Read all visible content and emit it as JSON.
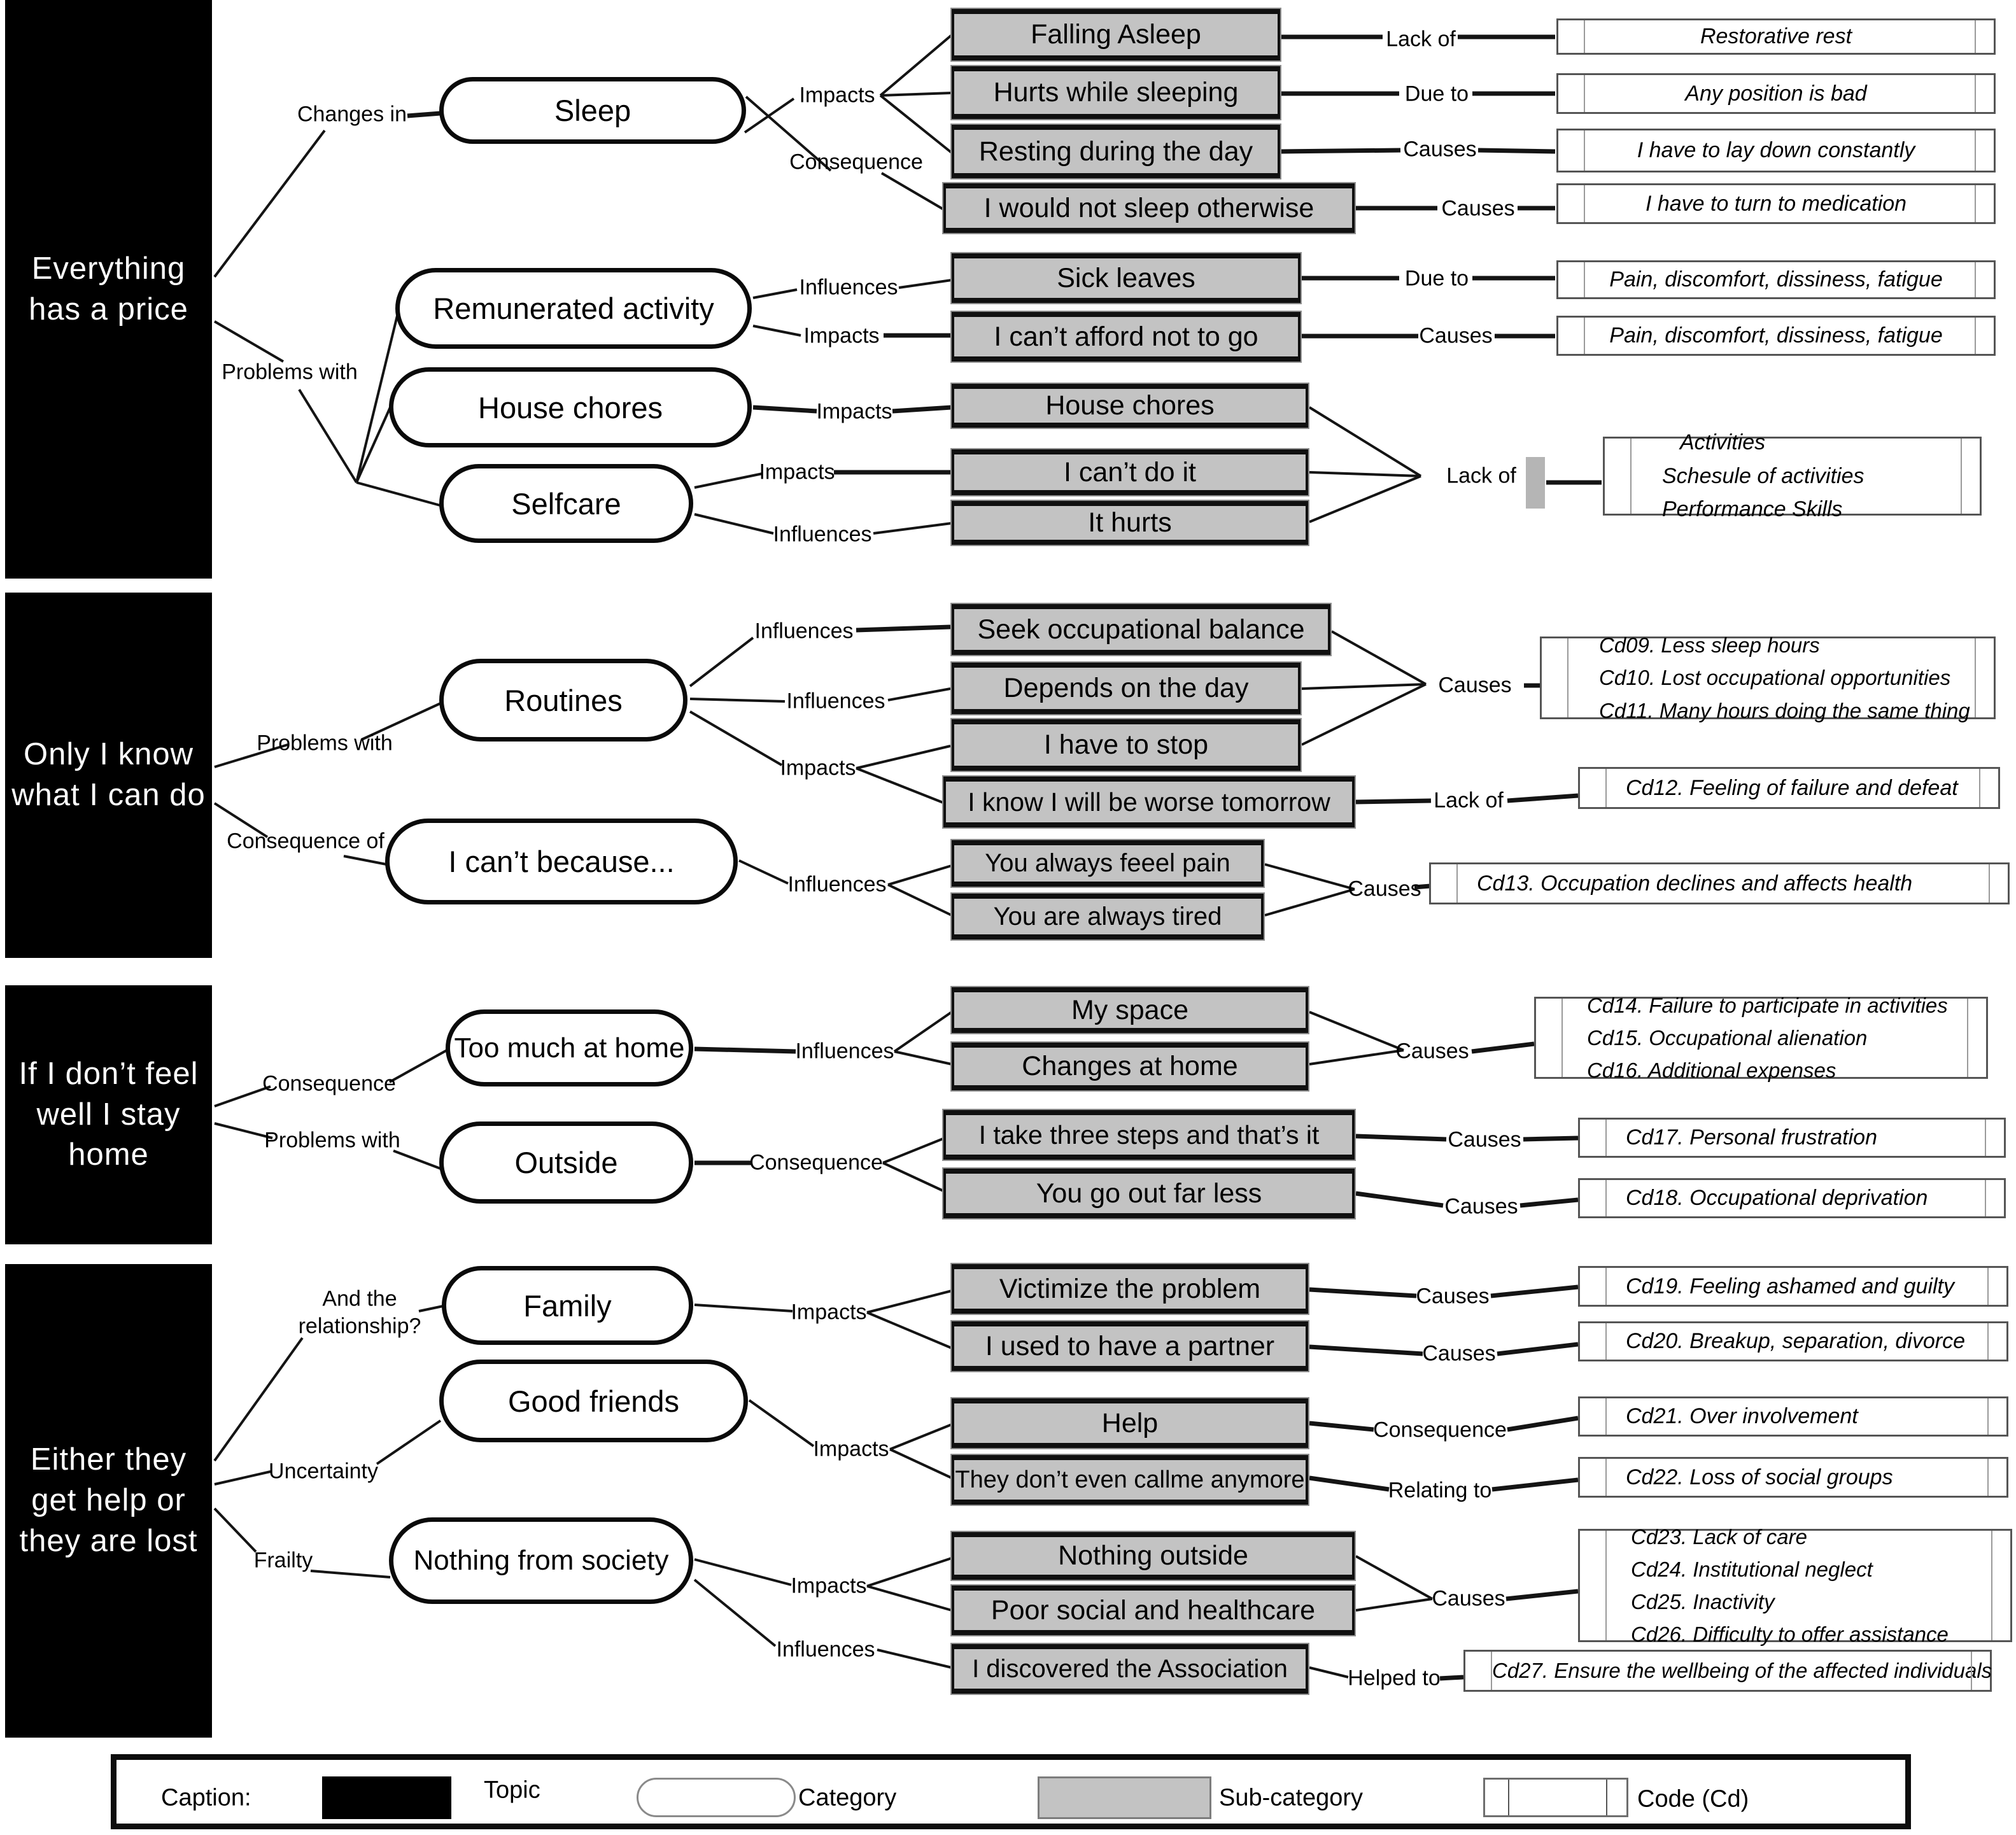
{
  "s1": {
    "topic": "Everything has a price",
    "rel_changes_in": "Changes in",
    "rel_problems_with": "Problems with",
    "cat_sleep": "Sleep",
    "cat_remunerated": "Remunerated activity",
    "cat_house_chores": "House chores",
    "cat_selfcare": "Selfcare",
    "rel_impacts_sleep": "Impacts",
    "rel_consequence_sleep": "Consequence",
    "sub_falling_asleep": "Falling Asleep",
    "sub_hurts_sleeping": "Hurts while sleeping",
    "sub_resting_day": "Resting during the day",
    "sub_no_sleep_otherwise": "I would not sleep otherwise",
    "rel_lack_of_1": "Lack of",
    "rel_due_to_1": "Due to",
    "rel_causes_1": "Causes",
    "rel_causes_2": "Causes",
    "code_restorative": "Restorative rest",
    "code_any_position": "Any position is bad",
    "code_lay_down": "I have to lay down constantly",
    "code_medication": "I have to turn to medication",
    "rel_influences_rem": "Influences",
    "rel_impacts_rem": "Impacts",
    "sub_sick_leaves": "Sick leaves",
    "sub_cant_afford": "I can’t afford not to go",
    "rel_due_to_2": "Due to",
    "rel_causes_3": "Causes",
    "code_pain_1": "Pain, discomfort, dissiness, fatigue",
    "code_pain_2": "Pain, discomfort, dissiness, fatigue",
    "rel_impacts_hc": "Impacts",
    "sub_house_chores": "House chores",
    "rel_impacts_sc": "Impacts",
    "rel_influences_sc": "Influences",
    "sub_cant_do_it": "I can’t do it",
    "sub_it_hurts": "It hurts",
    "rel_lack_of_2": "Lack of",
    "code_lack_lines": [
      "Activities",
      "Schesule of activities",
      "Performance Skills"
    ]
  },
  "s2": {
    "topic": "Only I know what I can do",
    "rel_problems_with": "Problems with",
    "rel_consequence_of": "Consequence of",
    "cat_routines": "Routines",
    "cat_cant_because": "I can’t because...",
    "rel_influences_1": "Influences",
    "rel_influences_2": "Influences",
    "rel_impacts": "Impacts",
    "sub_seek_balance": "Seek occupational balance",
    "sub_depends_day": "Depends on the day",
    "sub_have_to_stop": "I have to stop",
    "sub_worse_tomorrow": "I know I will be worse tomorrow",
    "rel_causes_1": "Causes",
    "code_cd09_11": [
      "Cd09.  Less sleep hours",
      "Cd10.  Lost occupational opportunities",
      "Cd11. Many hours doing the same thing"
    ],
    "rel_lack_of": "Lack of",
    "code_cd12": "Cd12.  Feeling of failure and defeat",
    "rel_influences_3": "Influences",
    "sub_always_pain": "You always feeel pain",
    "sub_always_tired": "You are always tired",
    "rel_causes_2": "Causes",
    "code_cd13": "Cd13.  Occupation declines and affects health"
  },
  "s3": {
    "topic": "If I don’t feel well I stay home",
    "rel_consequence": "Consequence",
    "rel_problems_with": "Problems with",
    "cat_too_much_home": "Too much at home",
    "cat_outside": "Outside",
    "rel_influences": "Influences",
    "sub_my_space": "My space",
    "sub_changes_home": "Changes at home",
    "rel_causes_1": "Causes",
    "code_cd14_16": [
      "Cd14. Failure to participate in activities",
      "Cd15. Occupational alienation",
      "Cd16. Additional expenses"
    ],
    "rel_consequence_2": "Consequence",
    "sub_three_steps": "I take three steps and that’s it",
    "sub_go_out_less": "You go out far less",
    "rel_causes_2": "Causes",
    "code_cd17": "Cd17. Personal frustration",
    "rel_causes_3": "Causes",
    "code_cd18": "Cd18. Occupational deprivation"
  },
  "s4": {
    "topic": "Either they get help or they are lost",
    "rel_relationship": "And the relationship?",
    "rel_uncertainty": "Uncertainty",
    "rel_frailty": "Frailty",
    "cat_family": "Family",
    "cat_good_friends": "Good friends",
    "cat_nothing_society": "Nothing from society",
    "rel_impacts_family": "Impacts",
    "sub_victimize": "Victimize the problem",
    "sub_had_partner": "I used to have a partner",
    "rel_causes_1": "Causes",
    "code_cd19": "Cd19.  Feeling ashamed and guilty",
    "rel_causes_2": "Causes",
    "code_cd20": "Cd20.  Breakup, separation, divorce",
    "rel_impacts_friends": "Impacts",
    "sub_help": "Help",
    "sub_dont_call": "They don’t even callme anymore",
    "rel_consequence": "Consequence",
    "code_cd21": "Cd21. Over involvement",
    "rel_relating_to": "Relating to",
    "code_cd22": "Cd22.  Loss of social groups",
    "rel_impacts_society": "Impacts",
    "rel_influences": "Influences",
    "sub_nothing_outside": "Nothing outside",
    "sub_poor_social": "Poor social and healthcare",
    "rel_causes_3": "Causes",
    "code_cd23_26": [
      "Cd23.  Lack of care",
      "Cd24.  Institutional neglect",
      "Cd25.  Inactivity",
      "Cd26.  Difficulty to offer assistance"
    ],
    "sub_discovered": "I discovered the Association",
    "rel_helped_to": "Helped to",
    "code_cd27": "Cd27.  Ensure the wellbeing of the affected individuals"
  },
  "caption": {
    "label": "Caption:",
    "topic": "Topic",
    "category": "Category",
    "subcategory": "Sub-category",
    "code": "Code (Cd)"
  },
  "colors": {
    "topic_fill": "#000000",
    "topic_text": "#ffffff",
    "category_fill": "#ffffff",
    "subcategory_fill": "#c3c3c3",
    "code_fill": "#ffffff",
    "line": "#141414"
  }
}
